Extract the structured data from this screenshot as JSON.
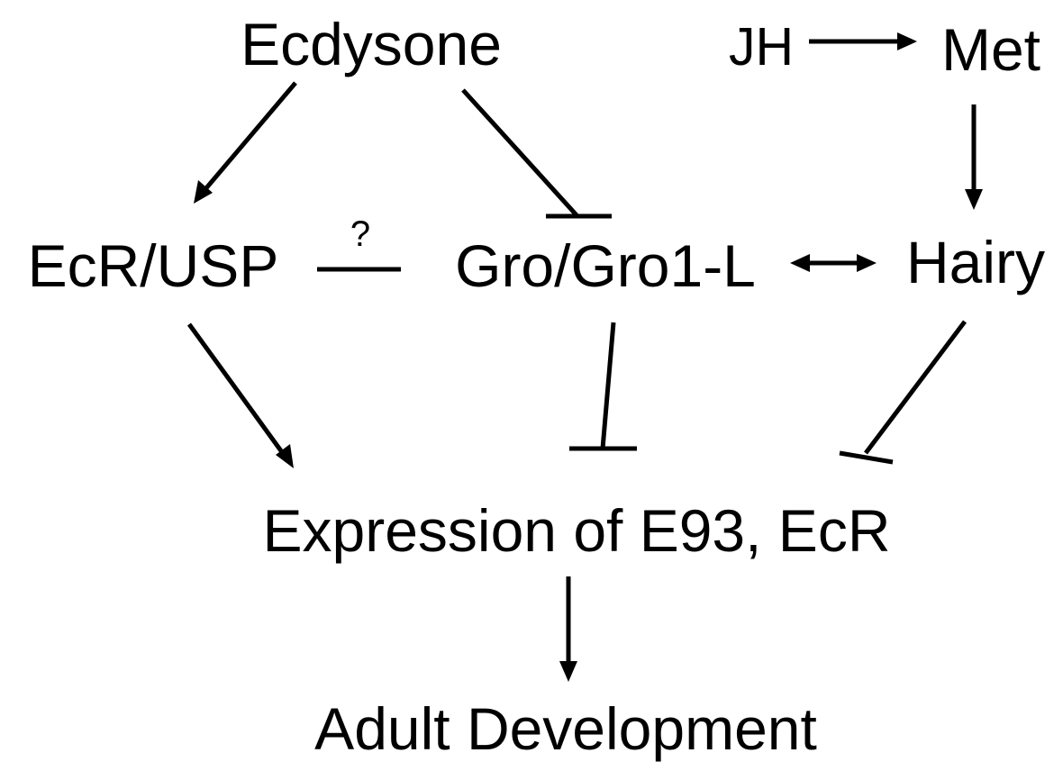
{
  "diagram": {
    "nodes": {
      "ecdysone": "Ecdysone",
      "jh": "JH",
      "met": "Met",
      "ecr_usp": "EcR/USP",
      "gro": "Gro/Gro1-L",
      "hairy": "Hairy",
      "expression": "Expression of E93, EcR",
      "adult": "Adult Development"
    },
    "edge_labels": {
      "ecr_gro_question": "?"
    },
    "edges": [
      {
        "from": "Ecdysone",
        "to": "EcR/USP",
        "type": "activation"
      },
      {
        "from": "Ecdysone",
        "to": "Gro/Gro1-L",
        "type": "inhibition"
      },
      {
        "from": "JH",
        "to": "Met",
        "type": "activation"
      },
      {
        "from": "Met",
        "to": "Hairy",
        "type": "activation"
      },
      {
        "from": "EcR/USP",
        "to": "Gro/Gro1-L",
        "type": "unknown",
        "label": "?"
      },
      {
        "from": "Gro/Gro1-L",
        "to": "Hairy",
        "type": "bidirectional"
      },
      {
        "from": "EcR/USP",
        "to": "Expression of E93, EcR",
        "type": "activation"
      },
      {
        "from": "Gro/Gro1-L",
        "to": "Expression of E93, EcR",
        "type": "inhibition"
      },
      {
        "from": "Hairy",
        "to": "Expression of E93, EcR",
        "type": "inhibition"
      },
      {
        "from": "Expression of E93, EcR",
        "to": "Adult Development",
        "type": "activation"
      }
    ],
    "colors": {
      "ink": "#000000",
      "background": "#ffffff"
    }
  }
}
